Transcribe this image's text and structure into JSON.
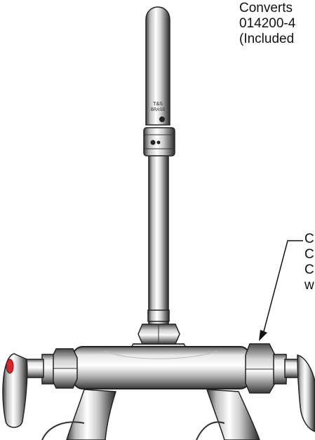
{
  "callout_top": {
    "lines": [
      "Converts",
      "014200-4",
      "(Included"
    ]
  },
  "callout_right": {
    "lines": [
      "C",
      "C",
      "C",
      "w"
    ]
  },
  "engraving": {
    "brand_line1": "T&S",
    "brand_line2": "BRASS"
  },
  "colors": {
    "chrome_dark": "#2a2a2a",
    "chrome_mid": "#9a9a9a",
    "chrome_light": "#f2f2f2",
    "handle_red": "#d8262a"
  }
}
